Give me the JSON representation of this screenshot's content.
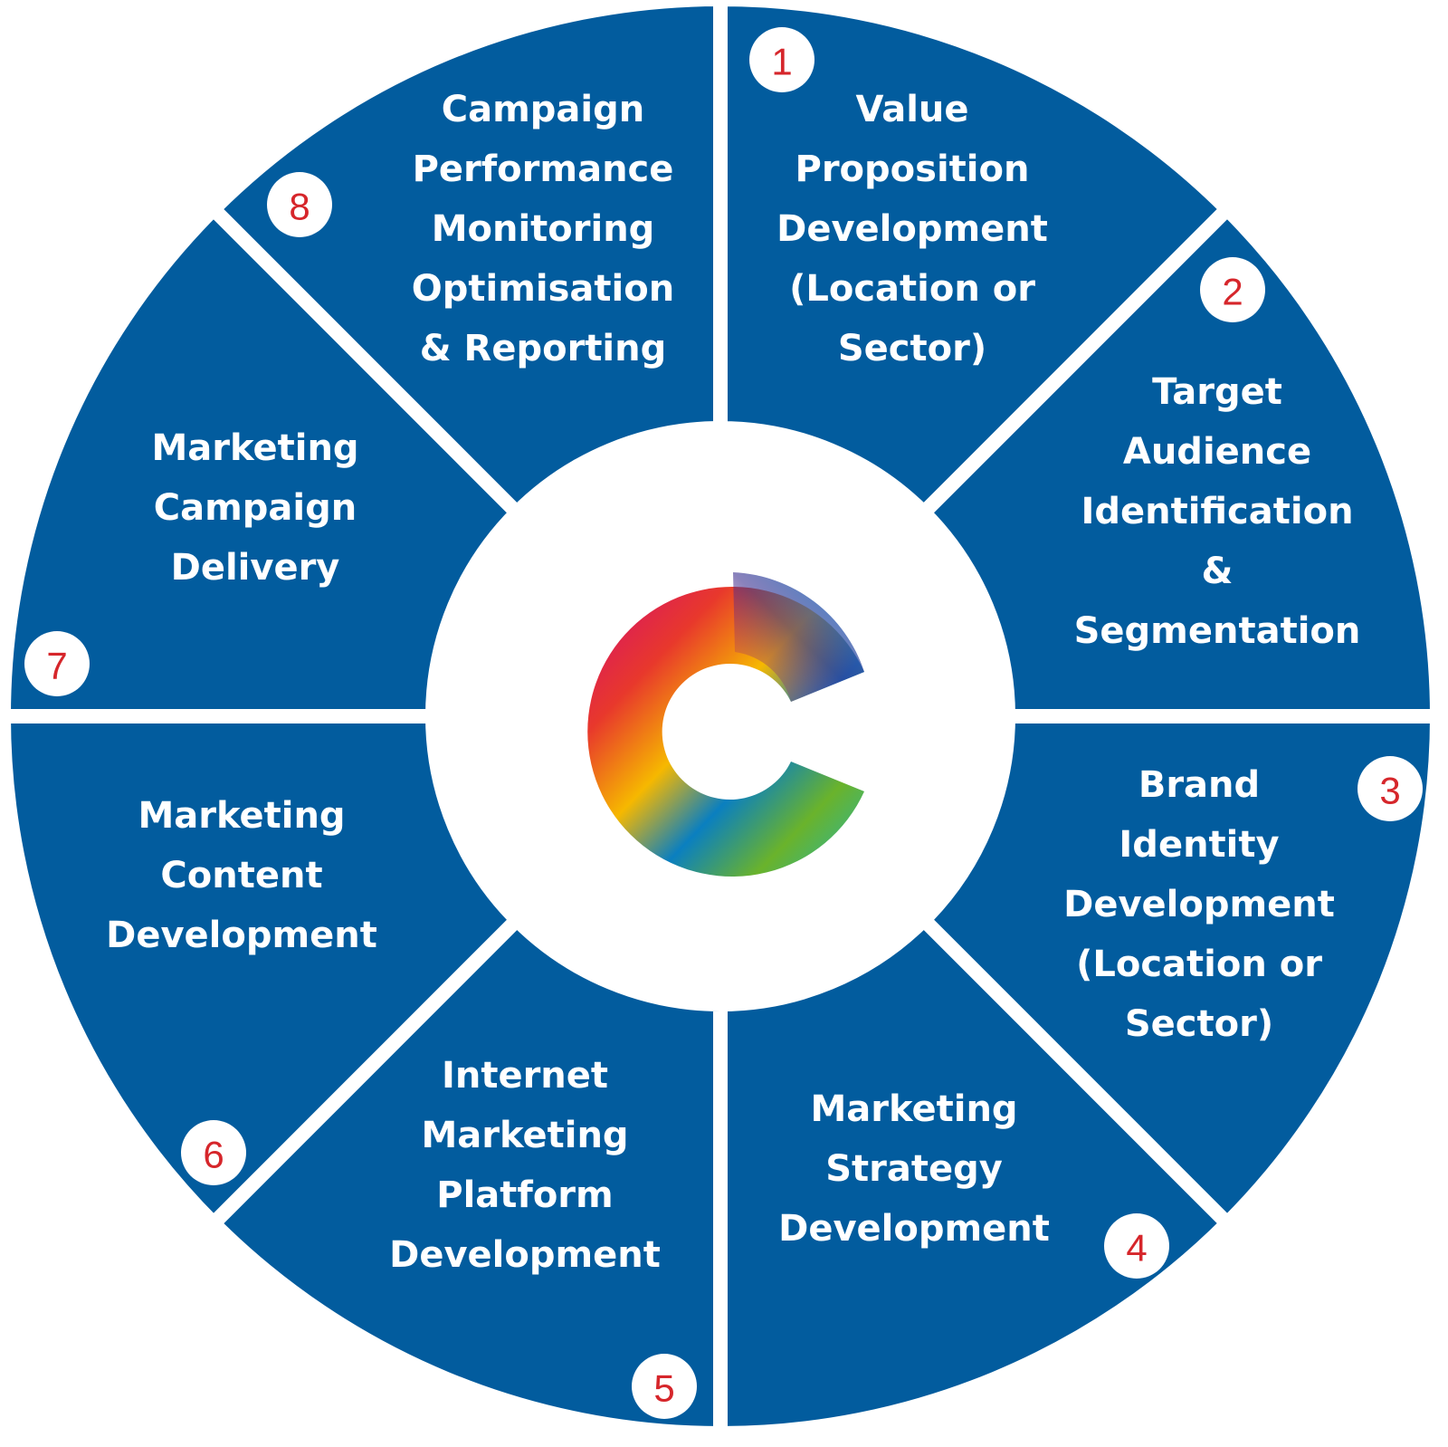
{
  "diagram": {
    "colors": {
      "segment": "#025c9e",
      "number": "#d6262b",
      "text": "#ffffff",
      "background": "#ffffff"
    },
    "logo": {
      "icon": "multicolor-c-logo-icon"
    },
    "segments": [
      {
        "number": "1",
        "lines": [
          "Value",
          "Proposition",
          "Development",
          "(Location or",
          "Sector)"
        ]
      },
      {
        "number": "2",
        "lines": [
          "Target",
          "Audience",
          "Identification",
          "&",
          "Segmentation"
        ]
      },
      {
        "number": "3",
        "lines": [
          "Brand",
          "Identity",
          "Development",
          "(Location or",
          "Sector)"
        ]
      },
      {
        "number": "4",
        "lines": [
          "Marketing",
          "Strategy",
          "Development"
        ]
      },
      {
        "number": "5",
        "lines": [
          "Internet",
          "Marketing",
          "Platform",
          "Development"
        ]
      },
      {
        "number": "6",
        "lines": [
          "Marketing",
          "Content",
          "Development"
        ]
      },
      {
        "number": "7",
        "lines": [
          "Marketing",
          "Campaign",
          "Delivery"
        ]
      },
      {
        "number": "8",
        "lines": [
          "Campaign",
          "Performance",
          "Monitoring",
          "Optimisation",
          "& Reporting"
        ]
      }
    ]
  }
}
